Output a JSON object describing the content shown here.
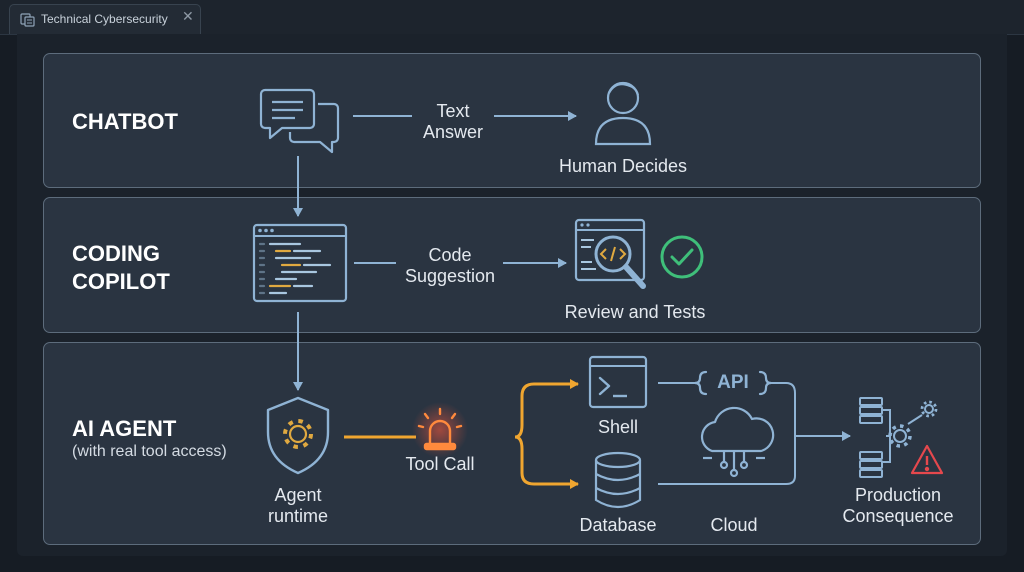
{
  "tab": {
    "title": "Technical Cybersecurity"
  },
  "rows": {
    "chatbot": {
      "title": "CHATBOT",
      "message_l1": "Text",
      "message_l2": "Answer",
      "outcome": "Human Decides"
    },
    "copilot": {
      "title_l1": "CODING",
      "title_l2": "COPILOT",
      "message_l1": "Code",
      "message_l2": "Suggestion",
      "outcome": "Review and Tests"
    },
    "agent": {
      "title": "AI AGENT",
      "subtitle": "(with real tool access)",
      "runtime_l1": "Agent",
      "runtime_l2": "runtime",
      "tool_call": "Tool Call",
      "shell": "Shell",
      "api": "API",
      "database": "Database",
      "cloud": "Cloud",
      "consequence_l1": "Production",
      "consequence_l2": "Consequence"
    }
  },
  "icons": {
    "chat": "chat-bubbles-icon",
    "user": "user-icon",
    "code": "code-window-icon",
    "review": "code-review-icon",
    "check": "check-circle-icon",
    "shield": "shield-gear-icon",
    "alarm": "alarm-siren-icon",
    "shell": "terminal-icon",
    "api": "api-icon",
    "database": "database-icon",
    "cloud": "cloud-icon",
    "consequence": "production-consequence-icon"
  },
  "colors": {
    "line": "#8fb3d4",
    "tool_line": "#f0a630",
    "alert": "#e5484d",
    "check": "#3fbf7a"
  }
}
